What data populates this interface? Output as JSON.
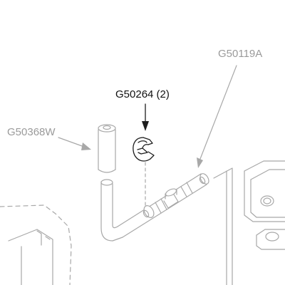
{
  "labels": {
    "clip_part": "G50264 (2)",
    "rod_part": "G50119A",
    "pin_part": "G50368W"
  },
  "colors": {
    "highlight_line": "#1e1e1e",
    "context_line": "#a8a8a8",
    "highlight_text": "#111111",
    "context_text": "#9a9a9a",
    "background": "#ffffff"
  }
}
